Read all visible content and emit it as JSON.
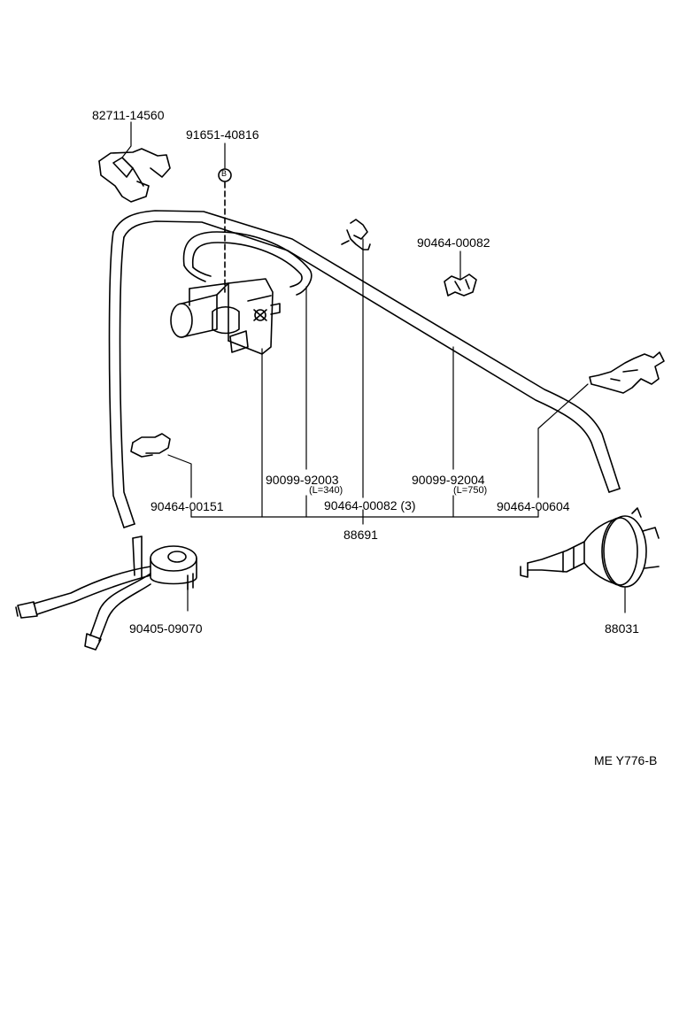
{
  "diagram": {
    "labels": {
      "p82711": "82711-14560",
      "p91651": "91651-40816",
      "p90464_00082_top": "90464-00082",
      "p90099_92003": "90099-92003",
      "l340": "(L=340)",
      "p90099_92004": "90099-92004",
      "l750": "(L=750)",
      "p90464_00151": "90464-00151",
      "p90464_00082_3": "90464-00082 (3)",
      "p90464_00604": "90464-00604",
      "p88691": "88691",
      "p90405": "90405-09070",
      "p88031": "88031",
      "bolt_mark": "B",
      "code": "ME  Y776-B"
    }
  }
}
